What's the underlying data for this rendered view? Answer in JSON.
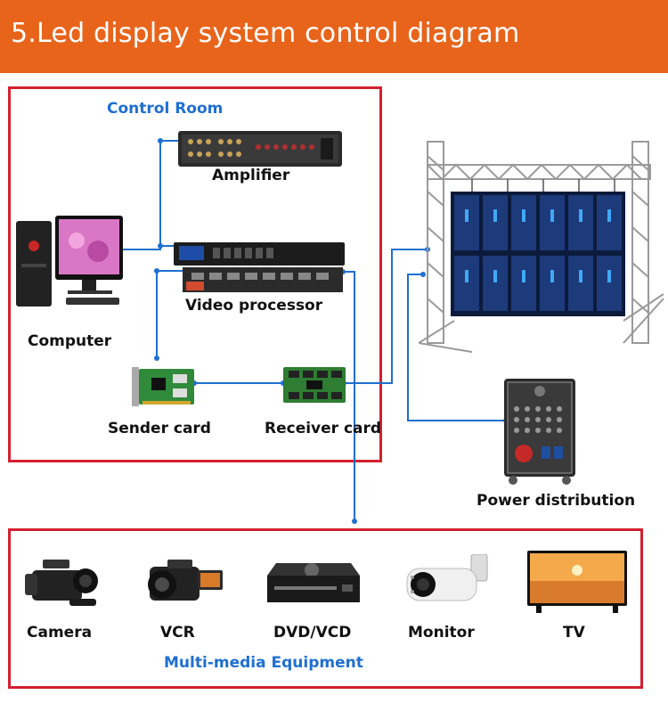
{
  "header": {
    "title": "5.Led display system control diagram",
    "bg_color": "#e8641b"
  },
  "control_room": {
    "title": "Control Room",
    "amplifier": "Amplifier",
    "video_processor": "Video processor",
    "computer": "Computer",
    "sender_card": "Sender card",
    "receiver_card": "Receiver card"
  },
  "right": {
    "power_distribution": "Power distribution"
  },
  "media": {
    "title": "Multi-media Equipment",
    "items": [
      "Camera",
      "VCR",
      "DVD/VCD",
      "Monitor",
      "TV"
    ]
  },
  "colors": {
    "border": "#d3202f",
    "wire": "#1f6fd0",
    "label_blue": "#1f6fd0"
  }
}
